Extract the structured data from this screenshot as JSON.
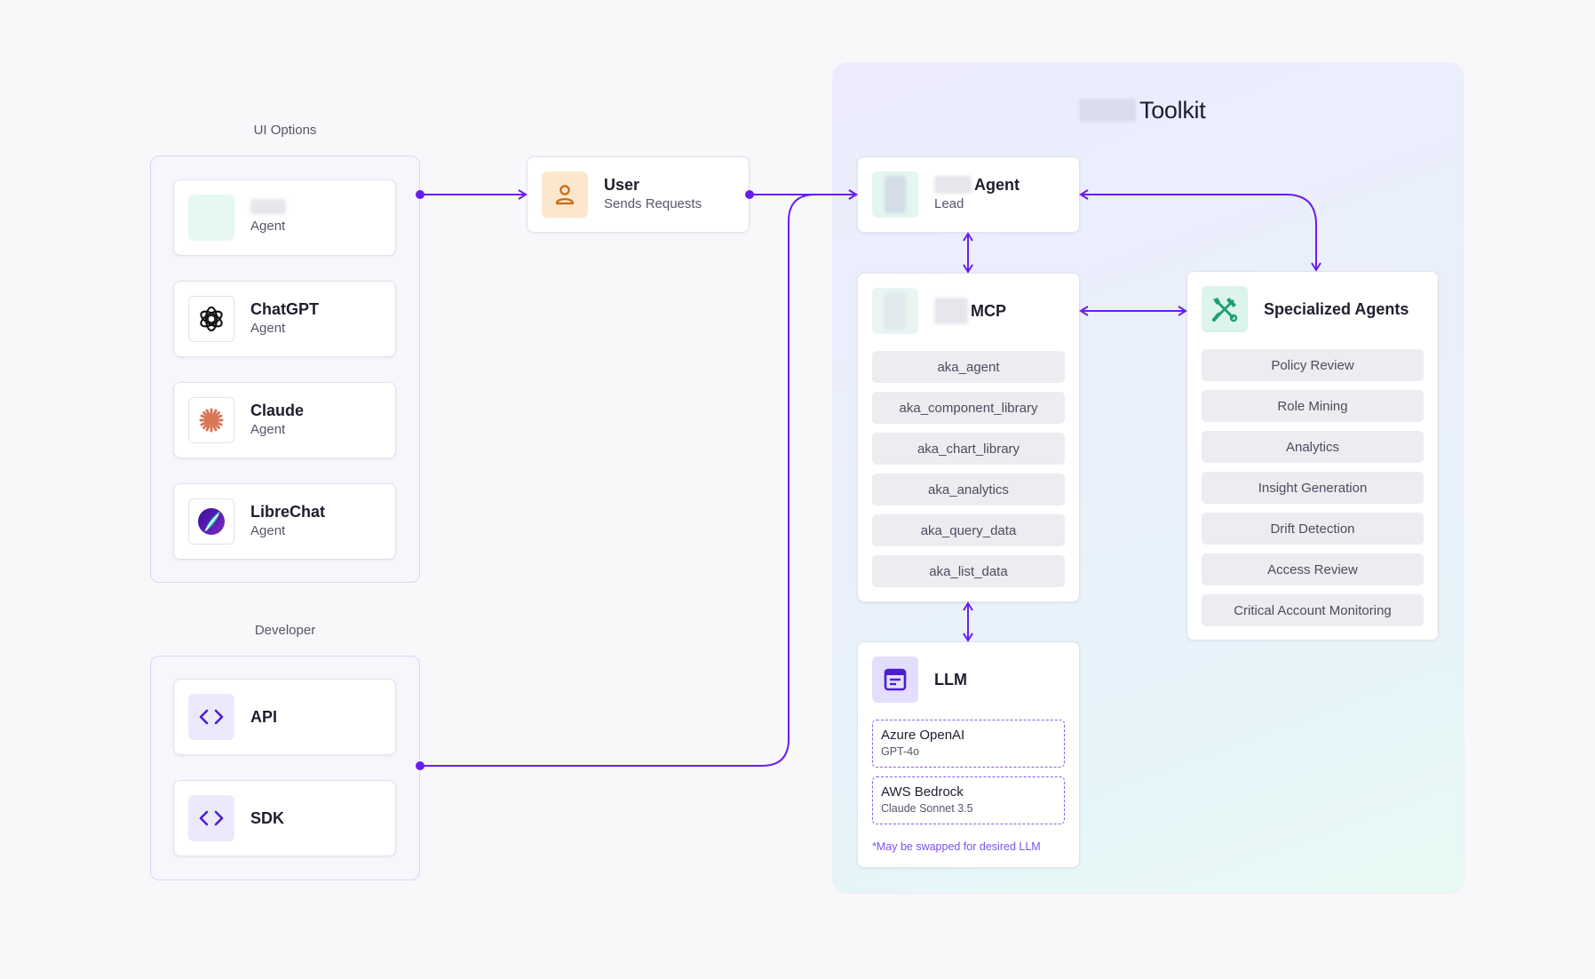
{
  "toolkit": {
    "title": "Toolkit"
  },
  "ui_options": {
    "label": "UI Options",
    "items": [
      {
        "title": "",
        "subtitle": "Agent",
        "icon": "redacted-logo-icon"
      },
      {
        "title": "ChatGPT",
        "subtitle": "Agent",
        "icon": "openai-logo-icon"
      },
      {
        "title": "Claude",
        "subtitle": "Agent",
        "icon": "claude-logo-icon"
      },
      {
        "title": "LibreChat",
        "subtitle": "Agent",
        "icon": "librechat-logo-icon"
      }
    ]
  },
  "developer": {
    "label": "Developer",
    "items": [
      {
        "title": "API",
        "icon": "code-icon"
      },
      {
        "title": "SDK",
        "icon": "code-icon"
      }
    ]
  },
  "user": {
    "title": "User",
    "subtitle": "Sends Requests",
    "icon": "user-icon"
  },
  "agent": {
    "title": "Agent",
    "subtitle": "Lead"
  },
  "mcp": {
    "title": "MCP",
    "tools": [
      "aka_agent",
      "aka_component_library",
      "aka_chart_library",
      "aka_analytics",
      "aka_query_data",
      "aka_list_data"
    ]
  },
  "specialized": {
    "title": "Specialized Agents",
    "icon": "tools-icon",
    "items": [
      "Policy Review",
      "Role Mining",
      "Analytics",
      "Insight Generation",
      "Drift Detection",
      "Access Review",
      "Critical Account Monitoring"
    ]
  },
  "llm": {
    "title": "LLM",
    "icon": "browser-window-icon",
    "providers": [
      {
        "name": "Azure OpenAI",
        "model": "GPT-4o"
      },
      {
        "name": "AWS Bedrock",
        "model": "Claude Sonnet 3.5"
      }
    ],
    "note": "*May be swapped for desired LLM"
  },
  "colors": {
    "accent": "#6a1df0",
    "panel_border": "#d9d6f3",
    "user_tile": "#fde7cc",
    "user_icon": "#c96a14",
    "code_tile": "#ece9fb",
    "llm_tile": "#e4defc",
    "specialized_tile": "#dcf4ea",
    "specialized_icon": "#1f9e76"
  }
}
